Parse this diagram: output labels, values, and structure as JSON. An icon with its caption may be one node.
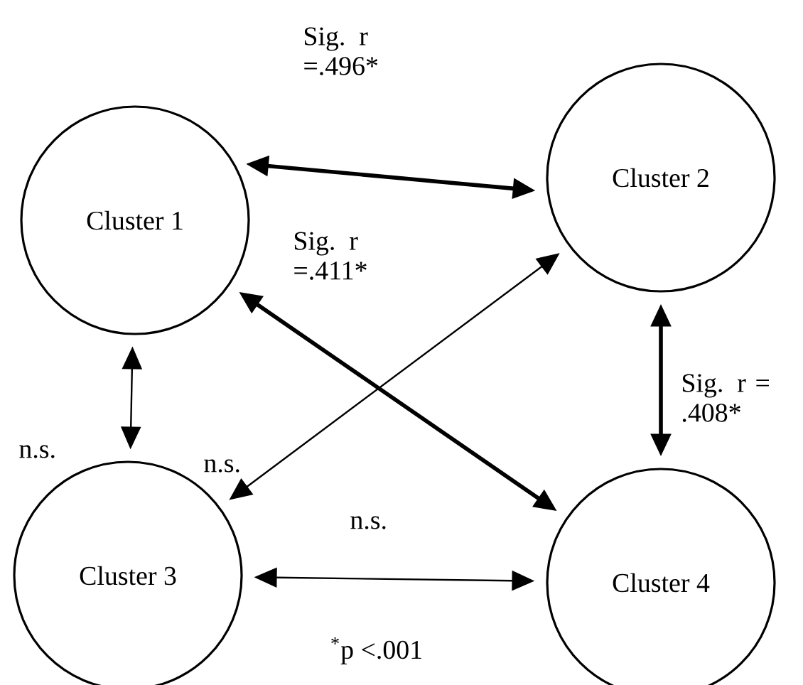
{
  "diagram": {
    "nodes": [
      {
        "text": [
          "Cluster 1"
        ]
      },
      {
        "text": [
          "Cluster 2"
        ]
      },
      {
        "text": [
          "Cluster 3"
        ]
      },
      {
        "text": [
          "Cluster 4"
        ]
      }
    ],
    "edges": [
      {
        "from": 0,
        "to": 1,
        "arrow": "both",
        "style": "thick",
        "label": "Sig. r =.496*"
      },
      {
        "from": 0,
        "to": 2,
        "arrow": "both",
        "label": "n.s."
      },
      {
        "from": 0,
        "to": 3,
        "arrow": "both",
        "style": "thick",
        "label": "Sig. r =.411*"
      },
      {
        "from": 2,
        "to": 1,
        "arrow": "both",
        "label": "n.s."
      },
      {
        "from": 1,
        "to": 3,
        "arrow": "both",
        "style": "thick",
        "label": "Sig. r = .408*"
      },
      {
        "from": 2,
        "to": 3,
        "arrow": "both",
        "label": "n.s."
      }
    ],
    "labels": [
      "$^{*}$p <.001"
    ]
  }
}
